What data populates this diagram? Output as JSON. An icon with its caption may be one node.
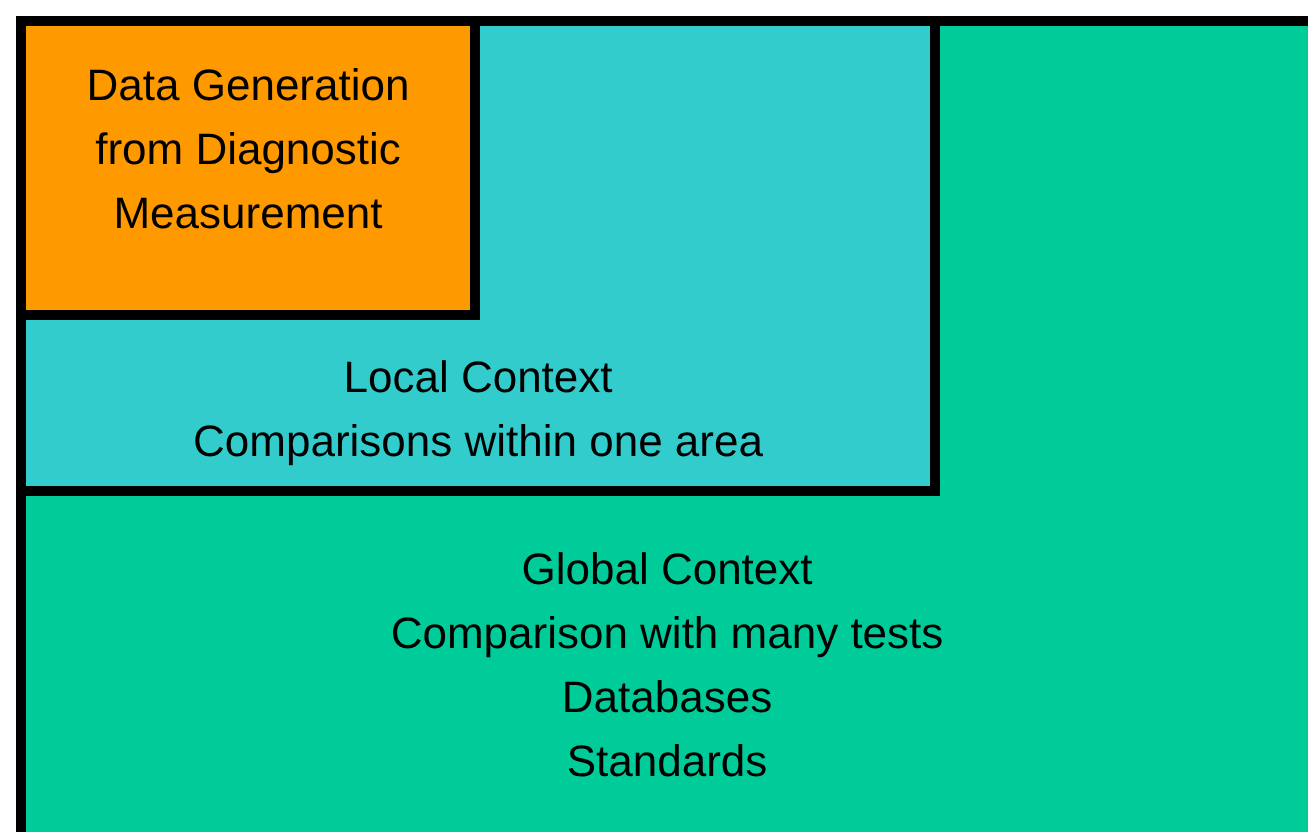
{
  "diagram": {
    "nodes": [
      {
        "text": [
          "Global Context",
          "Comparison with many tests",
          "Databases",
          "Standards"
        ]
      },
      {
        "text": [
          "Local Context",
          "Comparisons within one area"
        ],
        "in": 0
      },
      {
        "text": [
          "Data Generation from Diagnostic Measurement"
        ],
        "in": 1
      }
    ]
  }
}
